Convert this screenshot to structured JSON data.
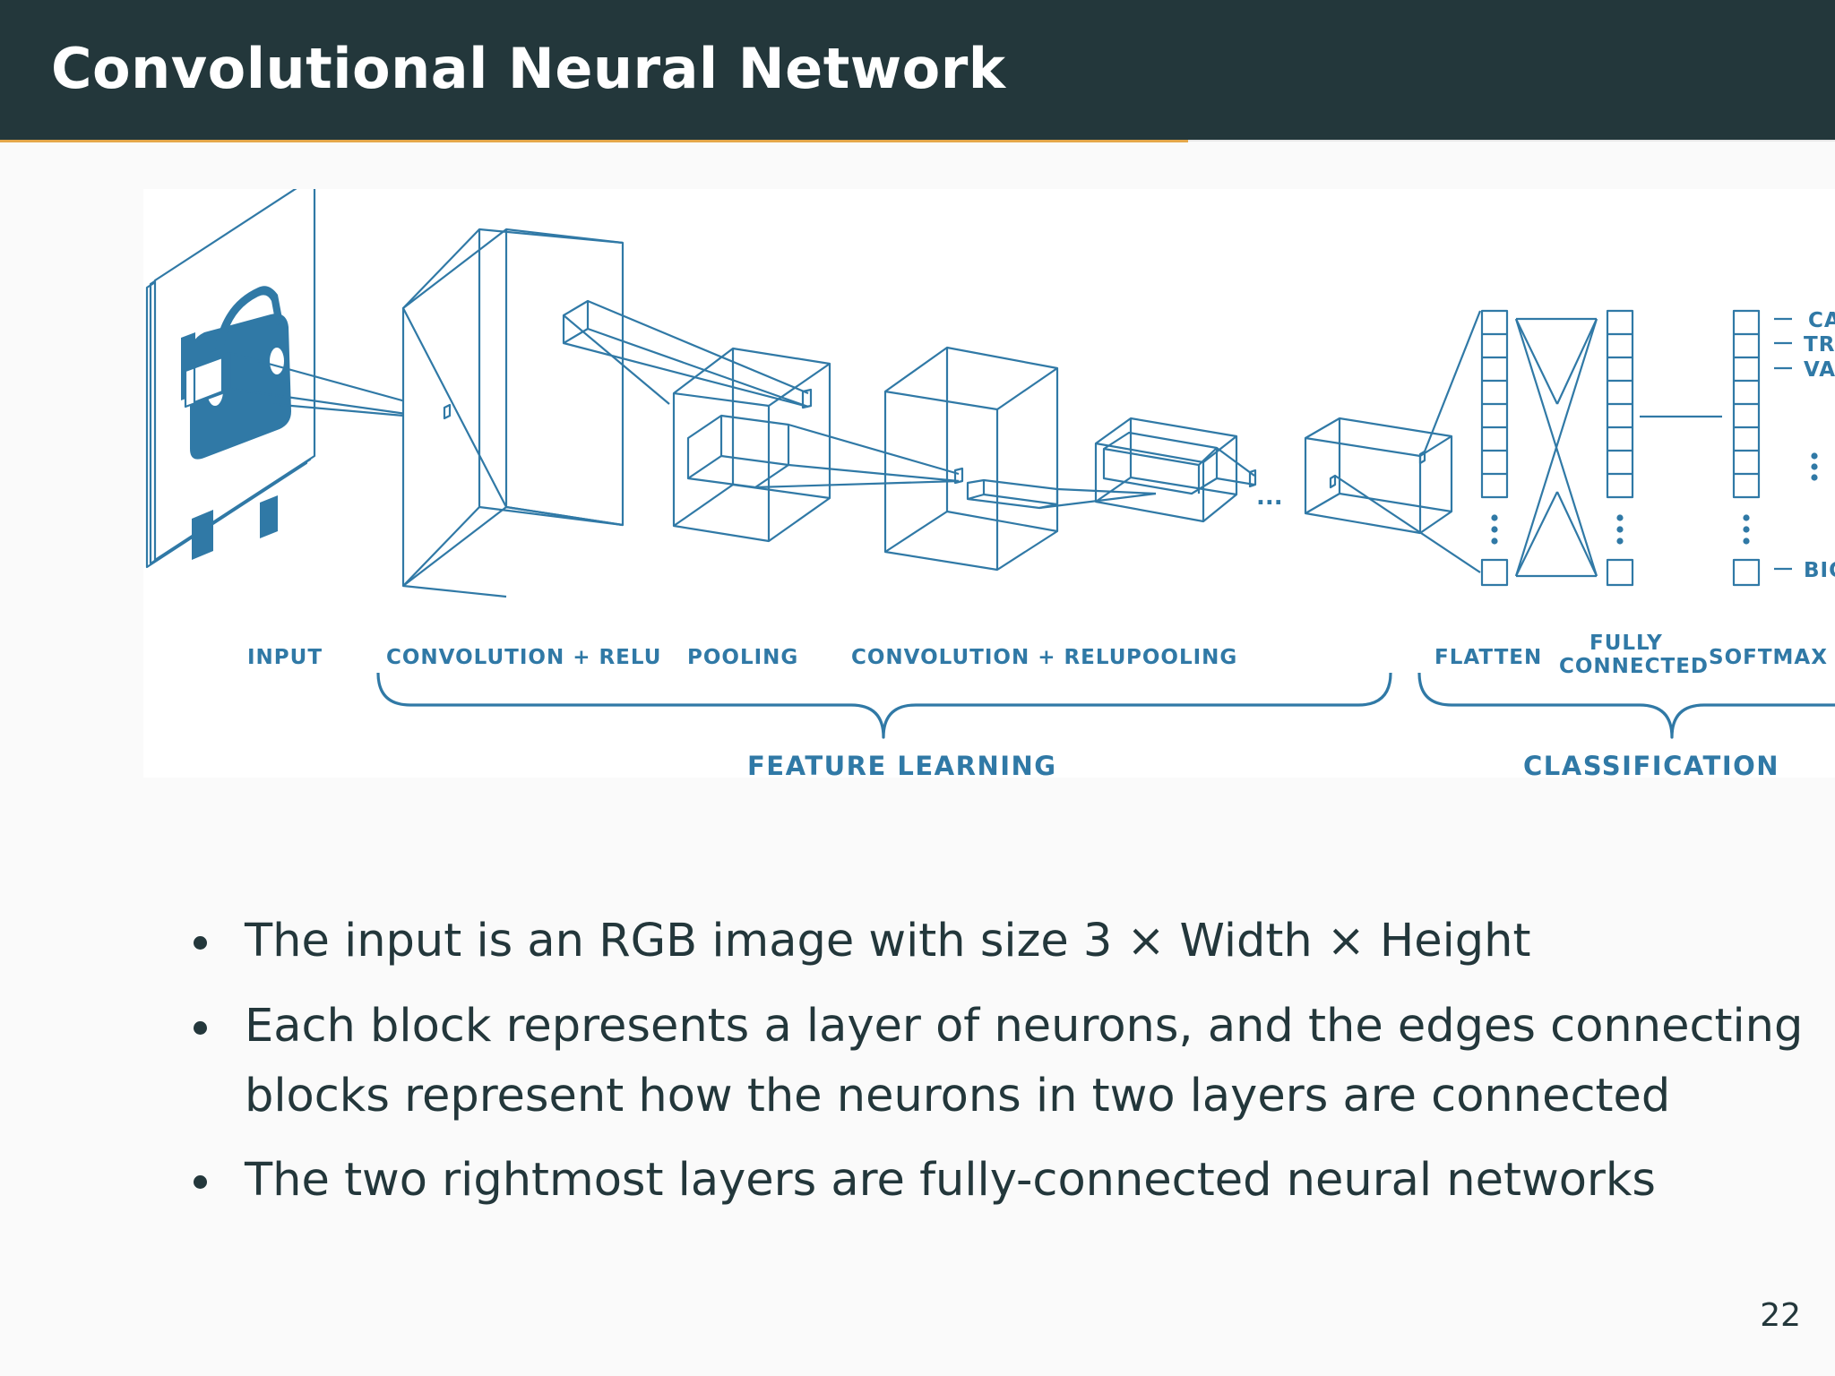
{
  "slide": {
    "title": "Convolutional Neural Network",
    "page_number": "22"
  },
  "figure": {
    "stage_labels": {
      "input": "INPUT",
      "conv1": "CONVOLUTION + RELU",
      "pool1": "POOLING",
      "conv2": "CONVOLUTION + RELU",
      "pool2": "POOLING",
      "flatten": "FLATTEN",
      "fully_connected_line1": "FULLY",
      "fully_connected_line2": "CONNECTED",
      "softmax": "SOFTMAX"
    },
    "group_labels": {
      "feature_learning": "FEATURE LEARNING",
      "classification": "CLASSIFICATION"
    },
    "class_labels": [
      "CA",
      "TRU",
      "VA",
      "BIC"
    ],
    "ellipsis": "...",
    "colors": {
      "diagram": "#3079a6",
      "header_bg": "#23373b",
      "accent_rule": "#e4a74a"
    }
  },
  "bullets": [
    "The input is an RGB image with size 3 × Width × Height",
    "Each block represents a layer of neurons, and the edges connecting",
    "blocks represent how the neurons in two layers are connected",
    "The two rightmost layers are fully-connected neural networks"
  ]
}
